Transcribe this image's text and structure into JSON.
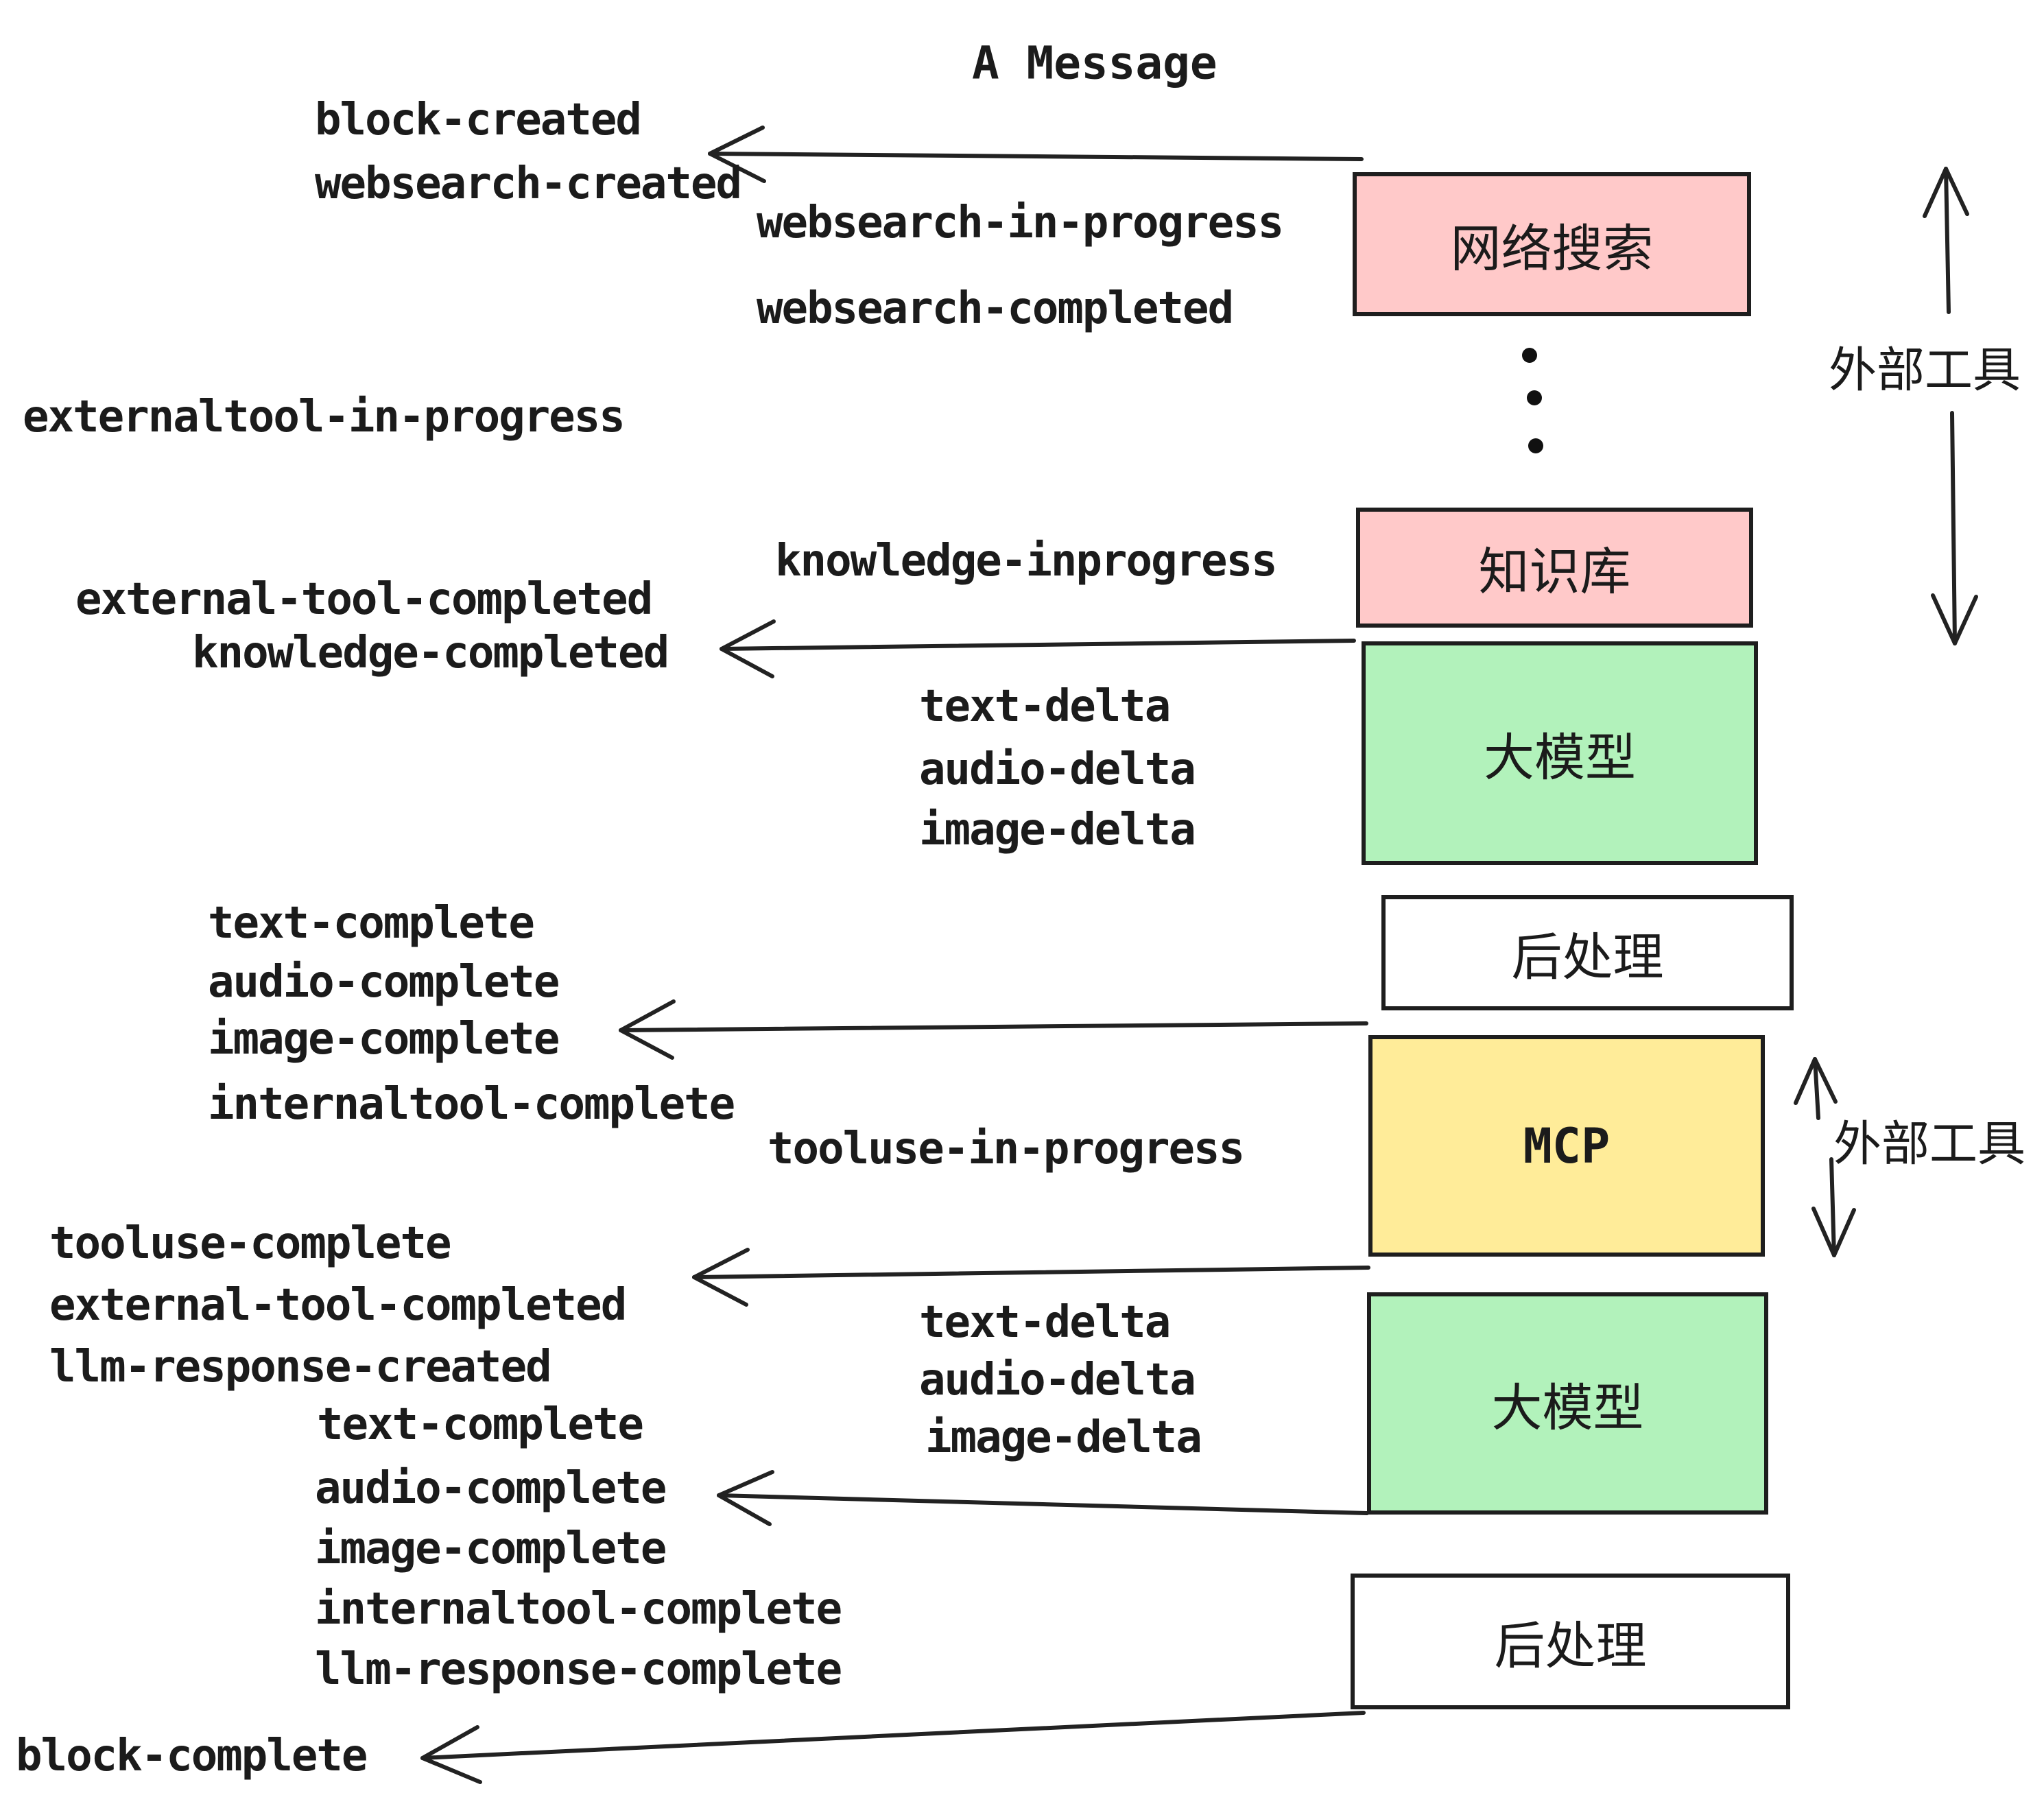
{
  "title": "A Message",
  "annotations": {
    "external_tools_upper": "外部工具",
    "external_tools_lower": "外部工具"
  },
  "boxes": [
    {
      "id": "websearch",
      "label": "网络搜索",
      "fill": "#ffc9c9"
    },
    {
      "id": "knowledge",
      "label": "知识库",
      "fill": "#ffc9c9"
    },
    {
      "id": "llm-1",
      "label": "大模型",
      "fill": "#b2f2bb"
    },
    {
      "id": "postprocess-1",
      "label": "后处理",
      "fill": "#ffffff"
    },
    {
      "id": "mcp",
      "label": "MCP",
      "fill": "#ffec99"
    },
    {
      "id": "llm-2",
      "label": "大模型",
      "fill": "#b2f2bb"
    },
    {
      "id": "postprocess-2",
      "label": "后处理",
      "fill": "#ffffff"
    }
  ],
  "events": [
    "block-created",
    "websearch-created",
    "websearch-in-progress",
    "websearch-completed",
    "externaltool-in-progress",
    "knowledge-inprogress",
    "external-tool-completed",
    "knowledge-completed",
    "text-delta",
    "audio-delta",
    "image-delta",
    "text-complete",
    "audio-complete",
    "image-complete",
    "internaltool-complete",
    "tooluse-in-progress",
    "tooluse-complete",
    "external-tool-completed",
    "llm-response-created",
    "text-complete",
    "audio-complete",
    "image-complete",
    "internaltool-complete",
    "llm-response-complete",
    "text-delta",
    "audio-delta",
    "image-delta",
    "block-complete"
  ],
  "colors": {
    "stroke": "#1e1e1e",
    "text": "#1b1b1b",
    "pink": "#ffc9c9",
    "green": "#b2f2bb",
    "yellow": "#ffec99",
    "white": "#ffffff"
  }
}
